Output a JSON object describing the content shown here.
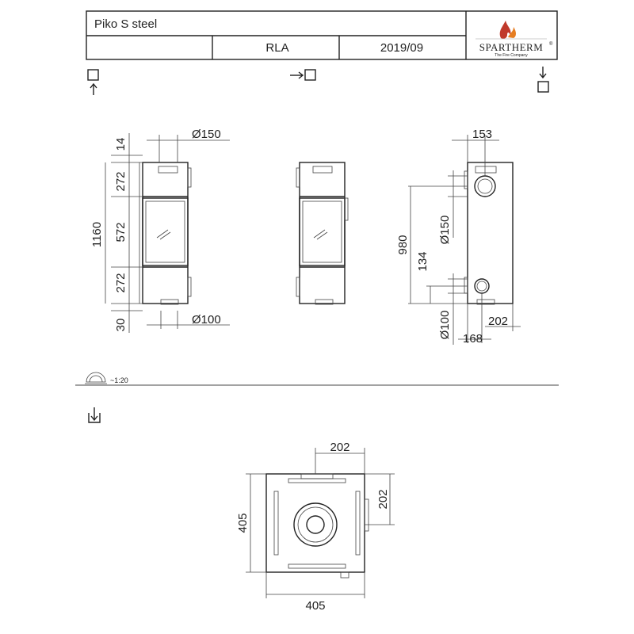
{
  "title_block": {
    "product_name": "Piko S steel",
    "code": "RLA",
    "date": "2019/09",
    "brand": "SPARTHERM",
    "brand_tagline": "The Fire Company",
    "brand_mark": "®"
  },
  "front_view": {
    "dims": {
      "top_gap": "14",
      "top_section": "272",
      "total_height": "1160",
      "door_section": "572",
      "bottom_section": "272",
      "foot": "30",
      "flue_diameter": "Ø150",
      "air_diameter": "Ø100"
    }
  },
  "side_view": {
    "dims": {
      "flue_offset": "153",
      "flue_height": "980",
      "flue_diameter": "Ø150",
      "air_height": "134",
      "air_diameter": "Ø100",
      "air_depth": "168",
      "air_offset": "202"
    }
  },
  "scale": {
    "label": "~1:20"
  },
  "top_view": {
    "dims": {
      "offset_top": "202",
      "offset_right": "202",
      "depth": "405",
      "width": "405"
    }
  },
  "colors": {
    "line": "#222222",
    "brand_red": "#c0392b",
    "brand_orange": "#e67e22"
  }
}
